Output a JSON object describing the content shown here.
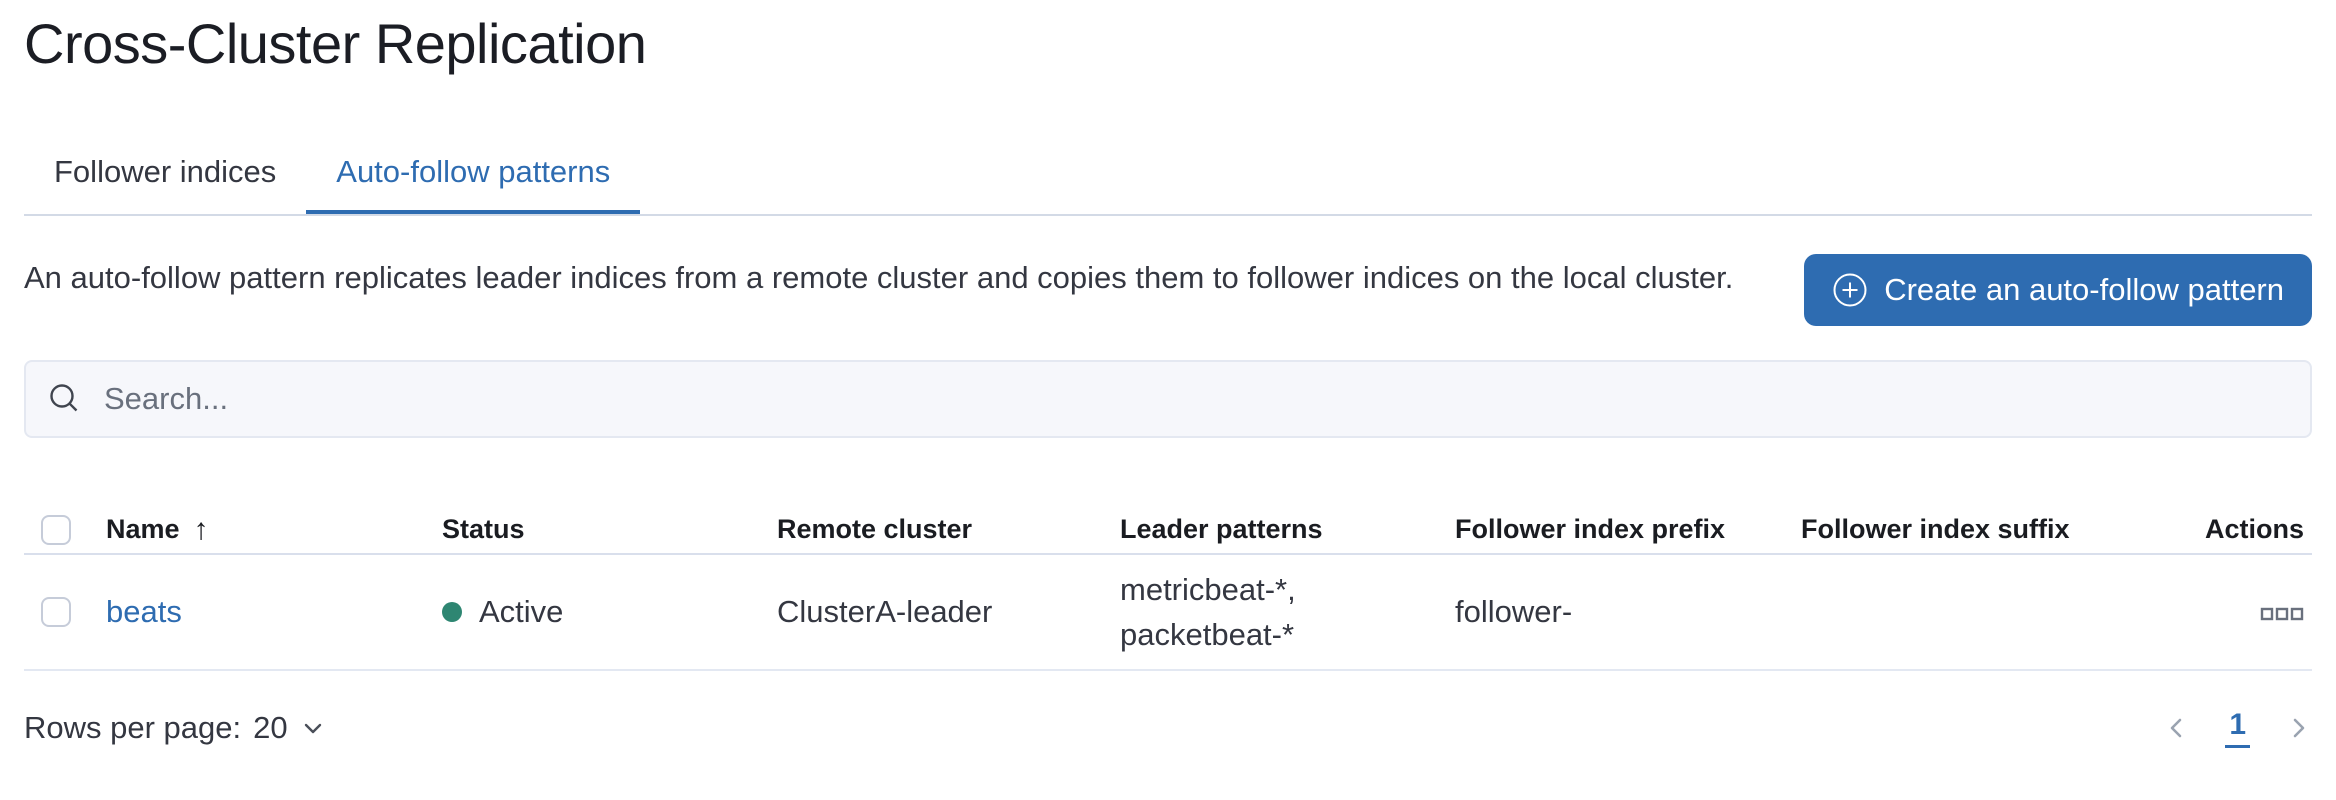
{
  "page": {
    "title": "Cross-Cluster Replication"
  },
  "tabs": [
    {
      "label": "Follower indices",
      "active": false
    },
    {
      "label": "Auto-follow patterns",
      "active": true
    }
  ],
  "description": "An auto-follow pattern replicates leader indices from a remote cluster and copies them to follower indices on the local cluster.",
  "create_button": {
    "label": "Create an auto-follow pattern"
  },
  "search": {
    "placeholder": "Search..."
  },
  "table": {
    "columns": [
      "Name",
      "Status",
      "Remote cluster",
      "Leader patterns",
      "Follower index prefix",
      "Follower index suffix",
      "Actions"
    ],
    "sort": {
      "column": "Name",
      "direction": "ascending"
    },
    "rows": [
      {
        "name": "beats",
        "status": "Active",
        "remote_cluster": "ClusterA-leader",
        "leader_patterns": "metricbeat-*, packetbeat-*",
        "follower_index_prefix": "follower-",
        "follower_index_suffix": ""
      }
    ]
  },
  "pagination": {
    "rows_per_page_label": "Rows per page:",
    "rows_per_page_value": "20",
    "current_page": "1"
  },
  "colors": {
    "accent": "#2e6cb1",
    "status-active": "#2e8672",
    "text": "#1b1d24",
    "muted": "#69707d",
    "border": "#d3dae6"
  }
}
